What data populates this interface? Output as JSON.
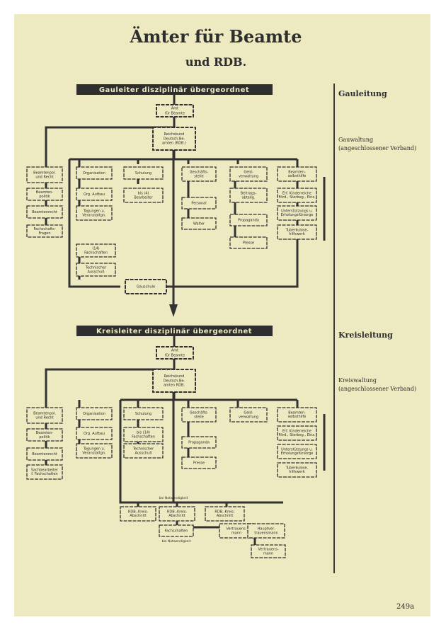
{
  "title": {
    "line1": "Ämter für Beamte",
    "line2": "und RDB."
  },
  "section1": {
    "header": "Gauleiter disziplinär übergeordnet",
    "side_level": "Gauleitung",
    "side_sub1": "Gauwaltung",
    "side_sub2": "(angeschlossener Verband)",
    "amt": [
      "Amt",
      "für Beamte"
    ],
    "rdb": [
      "Reichsbund",
      "Deutsch.Be-",
      "amten (RDB.)"
    ],
    "col1": [
      [
        "Beamtenpol.",
        "und Recht"
      ],
      [
        "Beamten-",
        "politik"
      ],
      [
        "Beamtenrecht"
      ],
      [
        "Fachschafts-",
        "Fragen"
      ]
    ],
    "col2": [
      [
        "Organisation"
      ],
      [
        "Org. Aufbau"
      ],
      [
        "Tagungen u.",
        "Veranstaltgn."
      ]
    ],
    "col3": [
      [
        "Schulung"
      ],
      [
        "bis (4)",
        "Bearbeiter"
      ]
    ],
    "col4": [
      [
        "Geschäfts-",
        "stelle"
      ],
      [
        "Personal"
      ],
      [
        "Walter"
      ]
    ],
    "col5": [
      [
        "Geld-",
        "verwaltung"
      ],
      [
        "Beitrags-",
        "abteilg."
      ],
      [
        "Propaganda"
      ],
      [
        "Presse"
      ]
    ],
    "col6": [
      [
        "Beamten-",
        "selbsthilfe"
      ],
      [
        "Erf. Kinderreiche",
        "Förd., Sterbeg., Einz."
      ],
      [
        "Unterstützungs u.",
        "Erholungsfürsorge"
      ],
      [
        "Tuberkulose-",
        "hilfswerk"
      ]
    ],
    "extra": [
      [
        "(14)",
        "Fachschaften"
      ],
      [
        "Technischer",
        "Ausschuß"
      ],
      [
        "Gauschule"
      ]
    ]
  },
  "section2": {
    "header": "Kreisleiter disziplinär übergeordnet",
    "side_level": "Kreisleitung",
    "side_sub1": "Kreiswaltung",
    "side_sub2": "(angeschlossener Verband)",
    "amt": [
      "Amt",
      "für Beamte"
    ],
    "rdb": [
      "Reichsbund",
      "Deutsch.Be-",
      "amten RDB."
    ],
    "col1": [
      [
        "Beamtenpol.",
        "und Recht"
      ],
      [
        "Beamten-",
        "politik"
      ],
      [
        "Beamtenrecht"
      ],
      [
        "Sachbearbeiter",
        "f. Fachschaften"
      ]
    ],
    "col2": [
      [
        "Organisation"
      ],
      [
        "Org. Aufbau"
      ],
      [
        "Tagungen u.",
        "Veranstaltgn."
      ]
    ],
    "col3": [
      [
        "Schulung"
      ],
      [
        "bis (14)",
        "Fachschaften"
      ],
      [
        "Technischer",
        "Ausschuß"
      ]
    ],
    "col4": [
      [
        "Geschäfts-",
        "stelle"
      ],
      [
        "Propaganda"
      ],
      [
        "Presse"
      ]
    ],
    "col5": [
      [
        "Geld-",
        "verwaltung"
      ]
    ],
    "col6": [
      [
        "Beamten-",
        "selbsthilfe"
      ],
      [
        "Erf. Kinderreiche",
        "Förd., Sterbeg., Einz."
      ],
      [
        "Unterstützungs u.",
        "Erholungsfürsorge"
      ],
      [
        "Tuberkulose-",
        "hilfswerk"
      ]
    ],
    "bei_top": "bei Notwendigkeit",
    "bottom": [
      [
        "RDB.-Kreis-",
        "Abschnitt"
      ],
      [
        "RDB.-Kreis-",
        "Abschnitt"
      ],
      [
        "RDB.-Kreis-",
        "Abschnitt"
      ]
    ],
    "level3": [
      [
        "Fachschaften"
      ],
      [
        "Vertrauens-",
        "mann"
      ],
      [
        "Hauptver-",
        "trauensmann"
      ]
    ],
    "bei_bottom": "bei Notwendigkeit",
    "level4": [
      [
        "Vertrauens-",
        "mann"
      ]
    ]
  },
  "page_number": "249a"
}
